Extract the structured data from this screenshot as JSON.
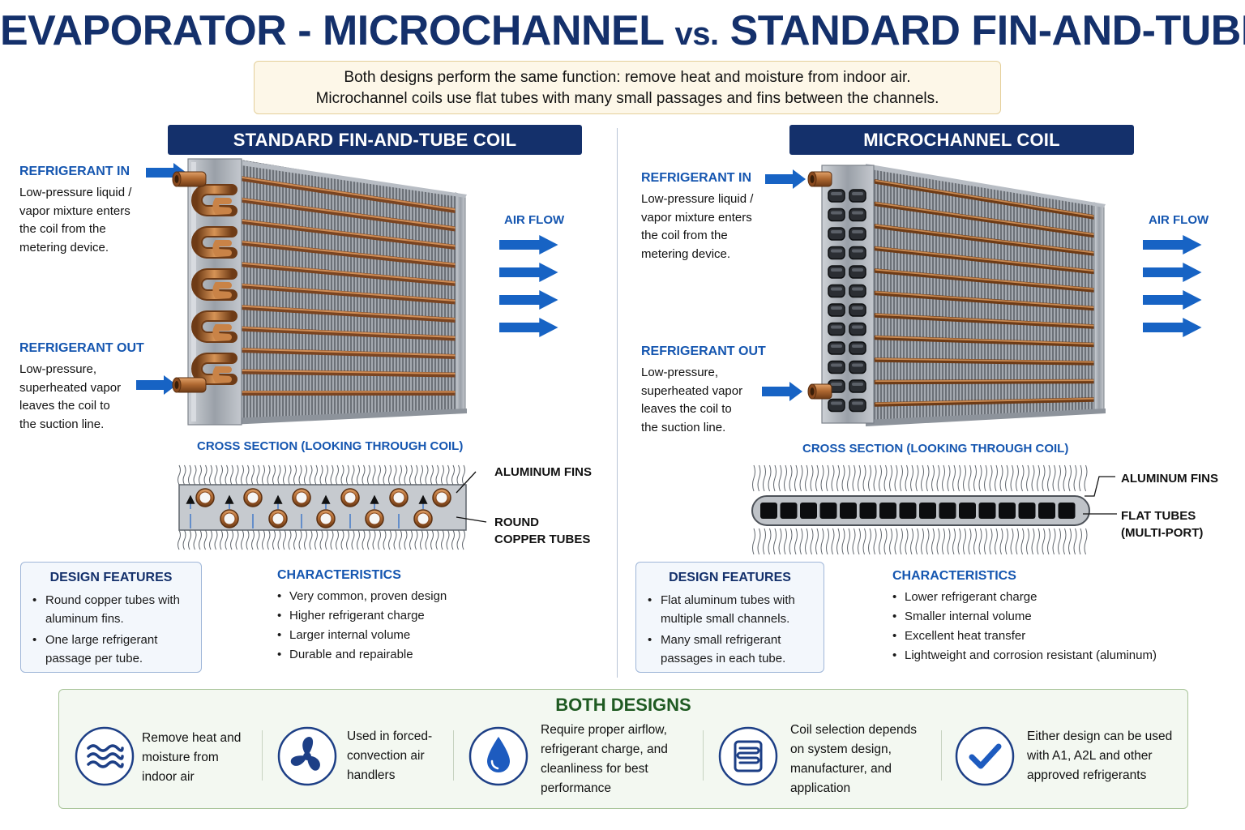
{
  "title": {
    "main": "EVAPORATOR - MICROCHANNEL",
    "vs": "vs.",
    "rest": "STANDARD FIN-AND-TUBE"
  },
  "intro": {
    "line1": "Both designs perform the same function: remove heat and moisture from indoor air.",
    "line2": "Microchannel coils use flat tubes with many small passages and fins between the channels."
  },
  "colors": {
    "navy": "#14306b",
    "blue": "#1556b0",
    "copper": "#b06a32",
    "aluminum": "#8a8f97",
    "green": "#1f5a22"
  },
  "standard": {
    "banner": "STANDARD FIN-AND-TUBE COIL",
    "refrigerant_in": {
      "title": "REFRIGERANT IN",
      "lines": [
        "Low-pressure liquid /",
        "vapor mixture enters",
        "the coil from the",
        "metering device."
      ]
    },
    "refrigerant_out": {
      "title": "REFRIGERANT OUT",
      "lines": [
        "Low-pressure,",
        "superheated vapor",
        "leaves the coil to",
        "the suction line."
      ]
    },
    "air_flow": "AIR FLOW",
    "cross_section": {
      "title": "CROSS SECTION (LOOKING THROUGH COIL)",
      "callout_fins": "ALUMINUM FINS",
      "callout_tubes": [
        "ROUND",
        "COPPER TUBES"
      ]
    },
    "design_features": {
      "title": "DESIGN FEATURES",
      "items": [
        [
          "Round copper tubes with",
          "aluminum fins."
        ],
        [
          "One large refrigerant",
          "passage per tube."
        ]
      ]
    },
    "characteristics": {
      "title": "CHARACTERISTICS",
      "items": [
        "Very common, proven design",
        "Higher refrigerant charge",
        "Larger internal volume",
        "Durable and repairable"
      ]
    }
  },
  "microchannel": {
    "banner": "MICROCHANNEL COIL",
    "refrigerant_in": {
      "title": "REFRIGERANT IN",
      "lines": [
        "Low-pressure liquid /",
        "vapor mixture enters",
        "the coil from the",
        "metering device."
      ]
    },
    "refrigerant_out": {
      "title": "REFRIGERANT OUT",
      "lines": [
        "Low-pressure,",
        "superheated vapor",
        "leaves the coil to",
        "the suction line."
      ]
    },
    "air_flow": "AIR FLOW",
    "cross_section": {
      "title": "CROSS SECTION (LOOKING THROUGH COIL)",
      "callout_fins": "ALUMINUM FINS",
      "callout_tubes": [
        "FLAT TUBES",
        "(MULTI-PORT)"
      ]
    },
    "design_features": {
      "title": "DESIGN FEATURES",
      "items": [
        [
          "Flat aluminum tubes with",
          "multiple small channels."
        ],
        [
          "Many small refrigerant",
          "passages in each tube."
        ]
      ]
    },
    "characteristics": {
      "title": "CHARACTERISTICS",
      "items": [
        "Lower refrigerant charge",
        "Smaller internal volume",
        "Excellent heat transfer",
        "Lightweight and corrosion resistant (aluminum)"
      ]
    }
  },
  "both": {
    "title": "BOTH DESIGNS",
    "items": [
      {
        "icon": "air-waves-icon",
        "lines": [
          "Remove heat and",
          "moisture from",
          "indoor air"
        ]
      },
      {
        "icon": "fan-icon",
        "lines": [
          "Used in forced-",
          "convection air",
          "handlers"
        ]
      },
      {
        "icon": "water-drop-icon",
        "lines": [
          "Require proper airflow,",
          "refrigerant charge, and",
          "cleanliness for best",
          "performance"
        ]
      },
      {
        "icon": "coil-icon",
        "lines": [
          "Coil selection depends",
          "on system design,",
          "manufacturer, and",
          "application"
        ]
      },
      {
        "icon": "checkmark-icon",
        "lines": [
          "Either design can be used",
          "with A1, A2L and other",
          "approved refrigerants"
        ]
      }
    ]
  }
}
